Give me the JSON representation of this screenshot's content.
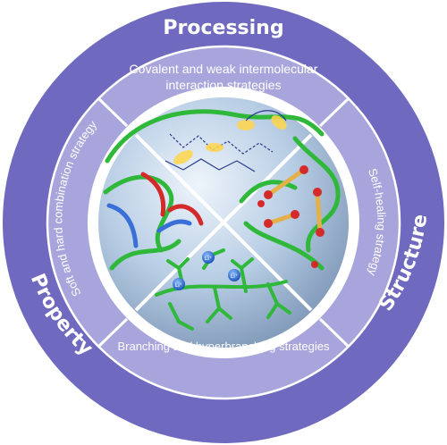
{
  "outer_ring": {
    "processing": "Processing",
    "structure": "Structure",
    "property": "Property"
  },
  "strategies": {
    "top_line1": "Covalent and weak intermolecular",
    "top_line2": "interaction strategies",
    "right": "Self-healing strategy",
    "bottom": "Branching and hyperbranching strategies",
    "left": "Soft and hard combination strategy"
  },
  "center": {
    "ion_label": "Li⁺"
  },
  "colors": {
    "outer_ring": "#6f6ac0",
    "inner_ring": "#a8a5dc",
    "sphere": "#b9cfe6",
    "chain_green": "#2fb83a",
    "chain_red": "#d42a2a",
    "chain_blue": "#3a6fd8",
    "knot_yellow": "#ffd54a"
  }
}
